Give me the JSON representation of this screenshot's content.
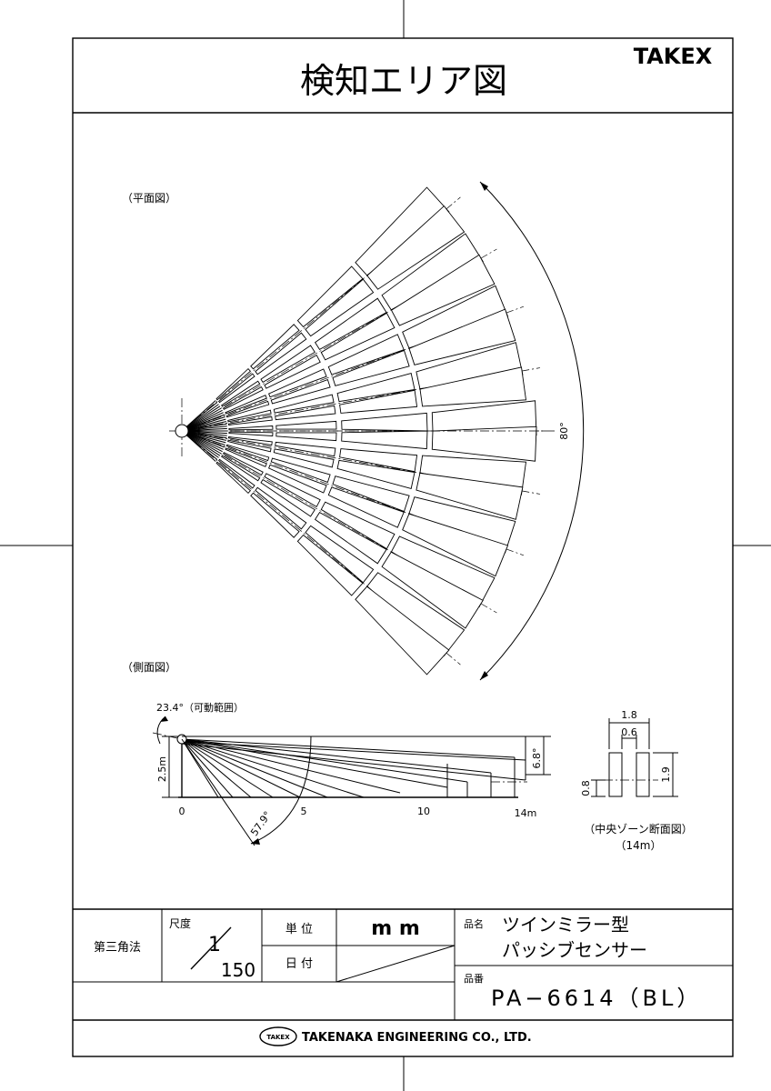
{
  "header": {
    "title": "検知エリア図",
    "brand": "TAKEX"
  },
  "plan_view": {
    "label": "（平面図）",
    "angle_label": "80°"
  },
  "side_view": {
    "label": "（側面図）",
    "adjust_label": "23.4°（可動範囲）",
    "height_label": "2.5m",
    "spread_label": "6.8°",
    "tilt_label": "57.9°",
    "axis_ticks": [
      "0",
      "5",
      "10",
      "14m"
    ]
  },
  "section_view": {
    "width_outer": "1.8",
    "width_inner": "0.6",
    "height_left": "0.8",
    "height_right": "1.9",
    "caption": "（中央ゾーン断面図）",
    "sub_caption": "（14m）"
  },
  "title_block": {
    "projection": "第三角法",
    "scale_label": "尺度",
    "scale_num": "1",
    "scale_den": "150",
    "unit_label": "単 位",
    "unit_value": "m m",
    "date_label": "日 付",
    "product_name_label": "品名",
    "product_name_line1": "ツインミラー型",
    "product_name_line2": "パッシブセンサー",
    "part_no_label": "品番",
    "part_no": "PA−6614（BL）"
  },
  "footer": {
    "logo_text": "TAKEX",
    "company": "TAKENAKA ENGINEERING CO., LTD."
  }
}
